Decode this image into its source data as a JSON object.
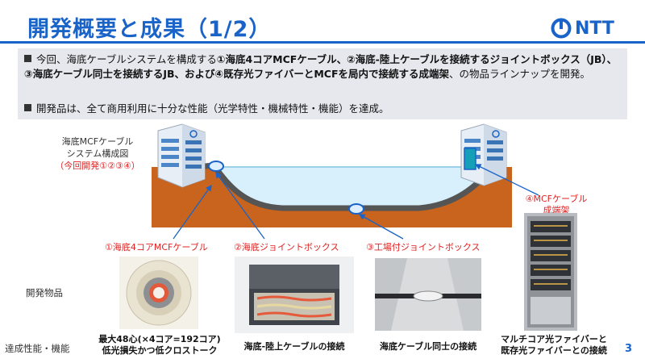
{
  "title": "開発概要と成果（1/2）",
  "logo": {
    "icon": "ntt-logo-icon",
    "text": "NTT",
    "color": "#1a63c8"
  },
  "summary": {
    "b1_pre": "今回、海底ケーブルシステムを構成する",
    "b1_bold": "①海底4コアMCFケーブル、②海底-陸上ケーブルを接続するジョイントボックス（JB）、③海底ケーブル同士を接続するJB、および④既存光ファイバーとMCFを局内で接続する成端架",
    "b1_post": "、の物品ラインナップを開発。",
    "b2": "開発品は、全て商用利用に十分な性能（光学特性・機械特性・機能）を達成。"
  },
  "diagram": {
    "caption_line1": "海底MCFケーブル",
    "caption_line2": "システム構成図",
    "caption_line3": "（今回開発①②③④）",
    "label_1": "①海底4コアMCFケーブル",
    "label_2": "②海底ジョイントボックス",
    "label_3": "③工場付ジョイントボックス",
    "label_4_line1": "④MCFケーブル",
    "label_4_line2": "成端架"
  },
  "rows": {
    "products_label": "開発物品",
    "performance_label": "達成性能・機能"
  },
  "captions": {
    "c1_line1": "最大48心(×4コア=192コア)",
    "c1_line2": "低光損失かつ低クロストーク",
    "c2": "海底-陸上ケーブルの接続",
    "c3": "海底ケーブル同士の接続",
    "c4_line1": "マルチコア光ファイバーと",
    "c4_line2": "既存光ファイバーとの接続"
  },
  "page_number": "3",
  "colors": {
    "accent": "#1a63c8",
    "red": "#e21f1f",
    "summary_bg": "#e6e8ee",
    "seabed": "#c8641e",
    "sea": "#d8f0fb"
  }
}
